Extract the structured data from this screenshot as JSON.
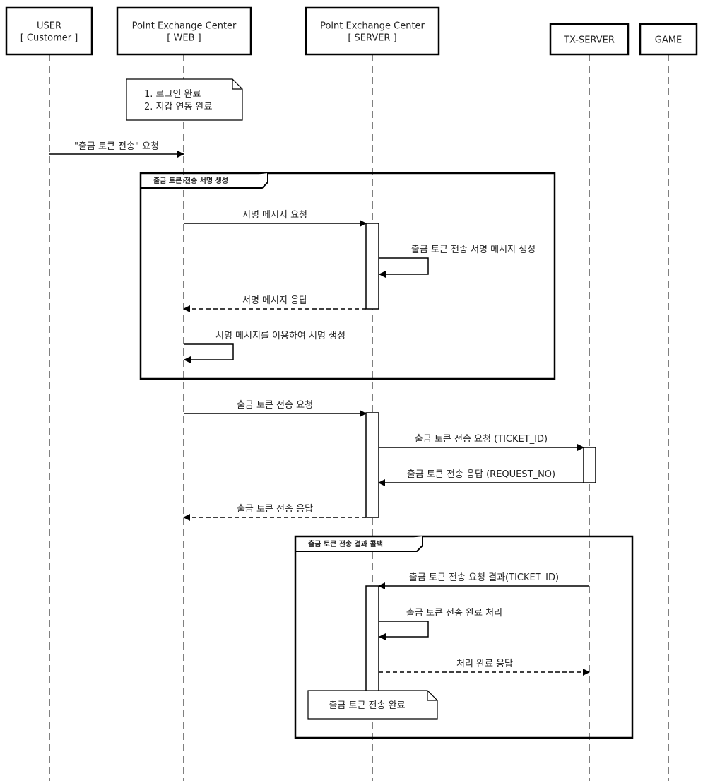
{
  "diagram": {
    "type": "sequence",
    "colors": {
      "line": "#000000",
      "text": "#222222",
      "fill": "#ffffff"
    },
    "participants": [
      {
        "id": "user",
        "lines": [
          "USER",
          "[ Customer ]"
        ]
      },
      {
        "id": "web",
        "lines": [
          "Point Exchange Center",
          "[ WEB ]"
        ]
      },
      {
        "id": "server",
        "lines": [
          "Point Exchange Center",
          "[ SERVER ]"
        ]
      },
      {
        "id": "tx",
        "lines": [
          "TX-SERVER"
        ]
      },
      {
        "id": "game",
        "lines": [
          "GAME"
        ]
      }
    ],
    "notes": [
      {
        "id": "note-prereq",
        "over": "web",
        "lines": [
          "1. 로그인 완료",
          "2. 지갑 연동 완료"
        ]
      },
      {
        "id": "note-done",
        "over": "server",
        "lines": [
          "출금 토큰 전송 완료"
        ]
      }
    ],
    "fragments": [
      {
        "id": "frag-sign",
        "label": "출금 토큰 전송 서명 생성"
      },
      {
        "id": "frag-callback",
        "label": "출금 토큰 전송 결과 콜백"
      }
    ],
    "messages": [
      {
        "from": "user",
        "to": "web",
        "style": "solid",
        "label": "\"출금 토큰 전송\" 요청"
      },
      {
        "from": "web",
        "to": "server",
        "style": "solid",
        "label": "서명 메시지 요청"
      },
      {
        "from": "server",
        "to": "server",
        "style": "self",
        "label": "출금 토큰 전송 서명 메시지 생성"
      },
      {
        "from": "server",
        "to": "web",
        "style": "dashed",
        "label": "서명 메시지 응답"
      },
      {
        "from": "web",
        "to": "web",
        "style": "self",
        "label": "서명 메시지를 이용하여 서명 생성"
      },
      {
        "from": "web",
        "to": "server",
        "style": "solid",
        "label": "출금 토큰 전송 요청"
      },
      {
        "from": "server",
        "to": "tx",
        "style": "solid",
        "label": "출금 토큰 전송 요청 (TICKET_ID)"
      },
      {
        "from": "tx",
        "to": "server",
        "style": "solid",
        "label": "출금 토큰 전송 응답 (REQUEST_NO)"
      },
      {
        "from": "server",
        "to": "web",
        "style": "dashed",
        "label": "출금 토큰 전송 응답"
      },
      {
        "from": "tx",
        "to": "server",
        "style": "solid",
        "label": "출금 토큰 전송 요청 결과(TICKET_ID)"
      },
      {
        "from": "server",
        "to": "server",
        "style": "self",
        "label": "출금 토큰 전송 완료 처리"
      },
      {
        "from": "server",
        "to": "tx",
        "style": "dashed",
        "label": "처리 완료 응답"
      }
    ]
  }
}
